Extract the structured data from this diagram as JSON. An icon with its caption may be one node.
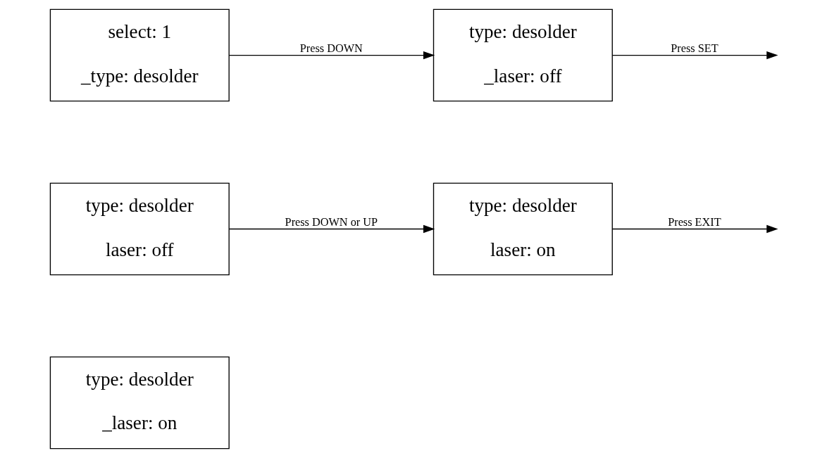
{
  "diagram": {
    "nodes": [
      {
        "text": [
          "select: 1",
          "_type: desolder"
        ]
      },
      {
        "text": [
          "type: desolder",
          "_laser: off"
        ]
      },
      {
        "text": [
          "type: desolder",
          "laser: off"
        ]
      },
      {
        "text": [
          "type: desolder",
          "laser: on"
        ]
      },
      {
        "text": [
          "type: desolder",
          "_laser: on"
        ]
      }
    ],
    "edges": [
      {
        "from": 0,
        "to": 1,
        "arrow": "to",
        "label": "Press DOWN"
      },
      {
        "from": 1,
        "to": null,
        "arrow": "to",
        "label": "Press SET"
      },
      {
        "from": 2,
        "to": 3,
        "arrow": "to",
        "label": "Press DOWN or UP"
      },
      {
        "from": 3,
        "to": null,
        "arrow": "to",
        "label": "Press EXIT"
      }
    ]
  }
}
